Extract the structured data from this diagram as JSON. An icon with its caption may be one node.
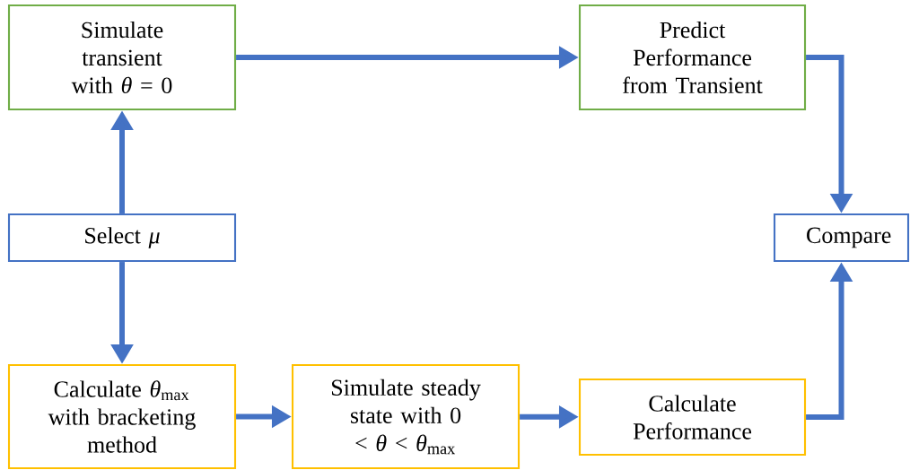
{
  "diagram": {
    "nodes": [
      {
        "text": [
          "Simulate transient with *θ* = 0"
        ]
      },
      {
        "text": [
          "Predict Performance from Transient"
        ]
      },
      {
        "text": [
          "Select *μ*"
        ]
      },
      {
        "text": [
          "Compare"
        ]
      },
      {
        "text": [
          "Calculate *θ*$_{max}$ with bracketing method"
        ]
      },
      {
        "text": [
          "Simulate steady state with 0 < *θ* < *θ*$_{max}$"
        ]
      },
      {
        "text": [
          "Calculate Performance"
        ]
      }
    ],
    "edges": [
      {
        "from": 2,
        "to": 0,
        "arrow": "to"
      },
      {
        "from": 2,
        "to": 4,
        "arrow": "to"
      },
      {
        "from": 0,
        "to": 1,
        "arrow": "to"
      },
      {
        "from": 1,
        "to": 3,
        "arrow": "to"
      },
      {
        "from": 4,
        "to": 5,
        "arrow": "to"
      },
      {
        "from": 5,
        "to": 6,
        "arrow": "to"
      },
      {
        "from": 6,
        "to": 3,
        "arrow": "to"
      }
    ]
  }
}
